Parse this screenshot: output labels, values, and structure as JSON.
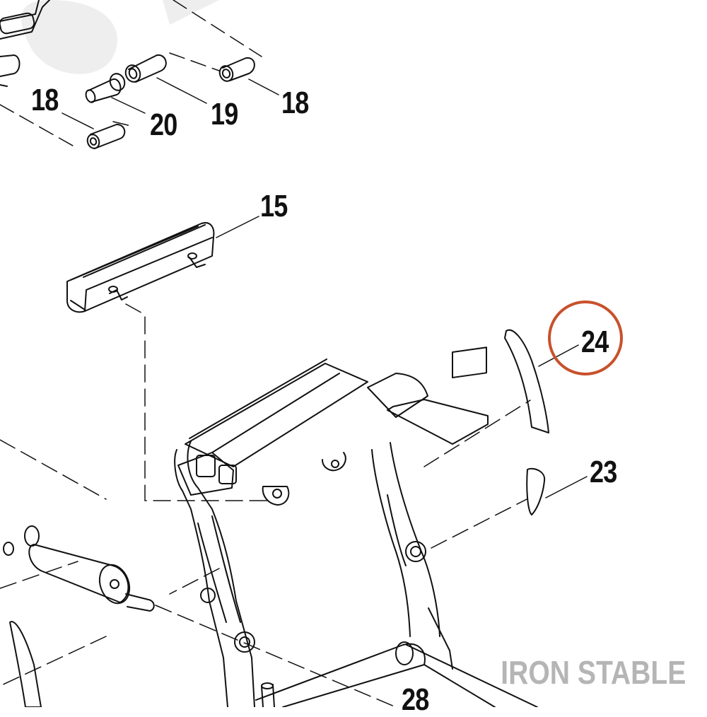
{
  "callouts": {
    "c18a": "18",
    "c20": "20",
    "c19": "19",
    "c18b": "18",
    "c15": "15",
    "c24": "24",
    "c23": "23",
    "c28": "28"
  },
  "highlight_callout": "24",
  "watermark": "IRON STABLE",
  "colors": {
    "line": "#111111",
    "highlight_ring": "#c8512b",
    "watermark": "#b5b5b5",
    "bg_watermark_shape": "#eeeeee"
  }
}
